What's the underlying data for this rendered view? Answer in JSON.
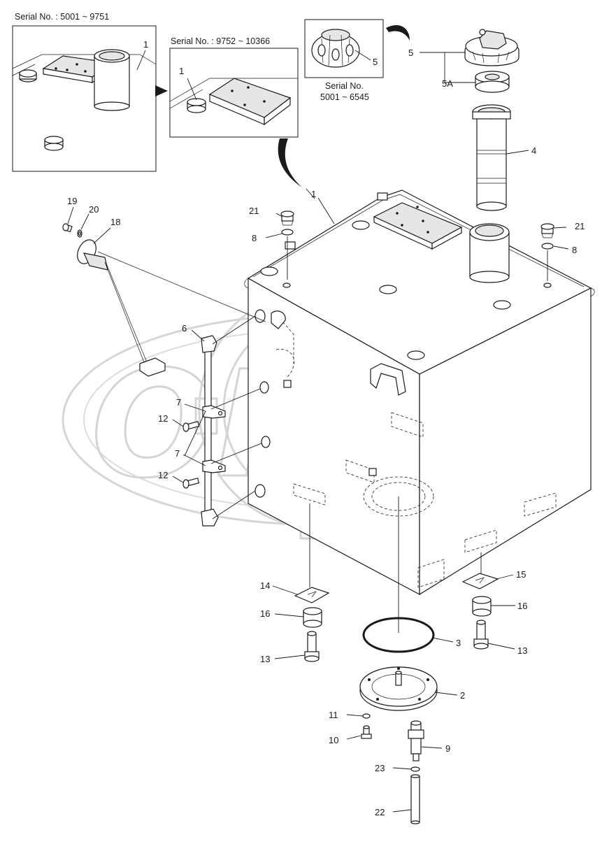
{
  "watermark": {
    "text": "OPEX"
  },
  "detail_boxes": [
    {
      "caption": "Serial No. : 5001 ~ 9751",
      "callout": "1"
    },
    {
      "caption": "Serial No. : 9752 ~ 10366",
      "callout": "1"
    },
    {
      "caption_line1": "Serial No.",
      "caption_line2": "5001 ~ 6545",
      "callout": "5"
    }
  ],
  "callouts": {
    "c1": "1",
    "c2": "2",
    "c3": "3",
    "c4": "4",
    "c5": "5",
    "c5a": "5A",
    "c6": "6",
    "c7a": "7",
    "c7b": "7",
    "c8a": "8",
    "c8b": "8",
    "c9": "9",
    "c10": "10",
    "c11": "11",
    "c12a": "12",
    "c12b": "12",
    "c13a": "13",
    "c13b": "13",
    "c14": "14",
    "c15": "15",
    "c16a": "16",
    "c16b": "16",
    "c18": "18",
    "c19": "19",
    "c20": "20",
    "c21a": "21",
    "c21b": "21",
    "c22": "22",
    "c23": "23"
  }
}
